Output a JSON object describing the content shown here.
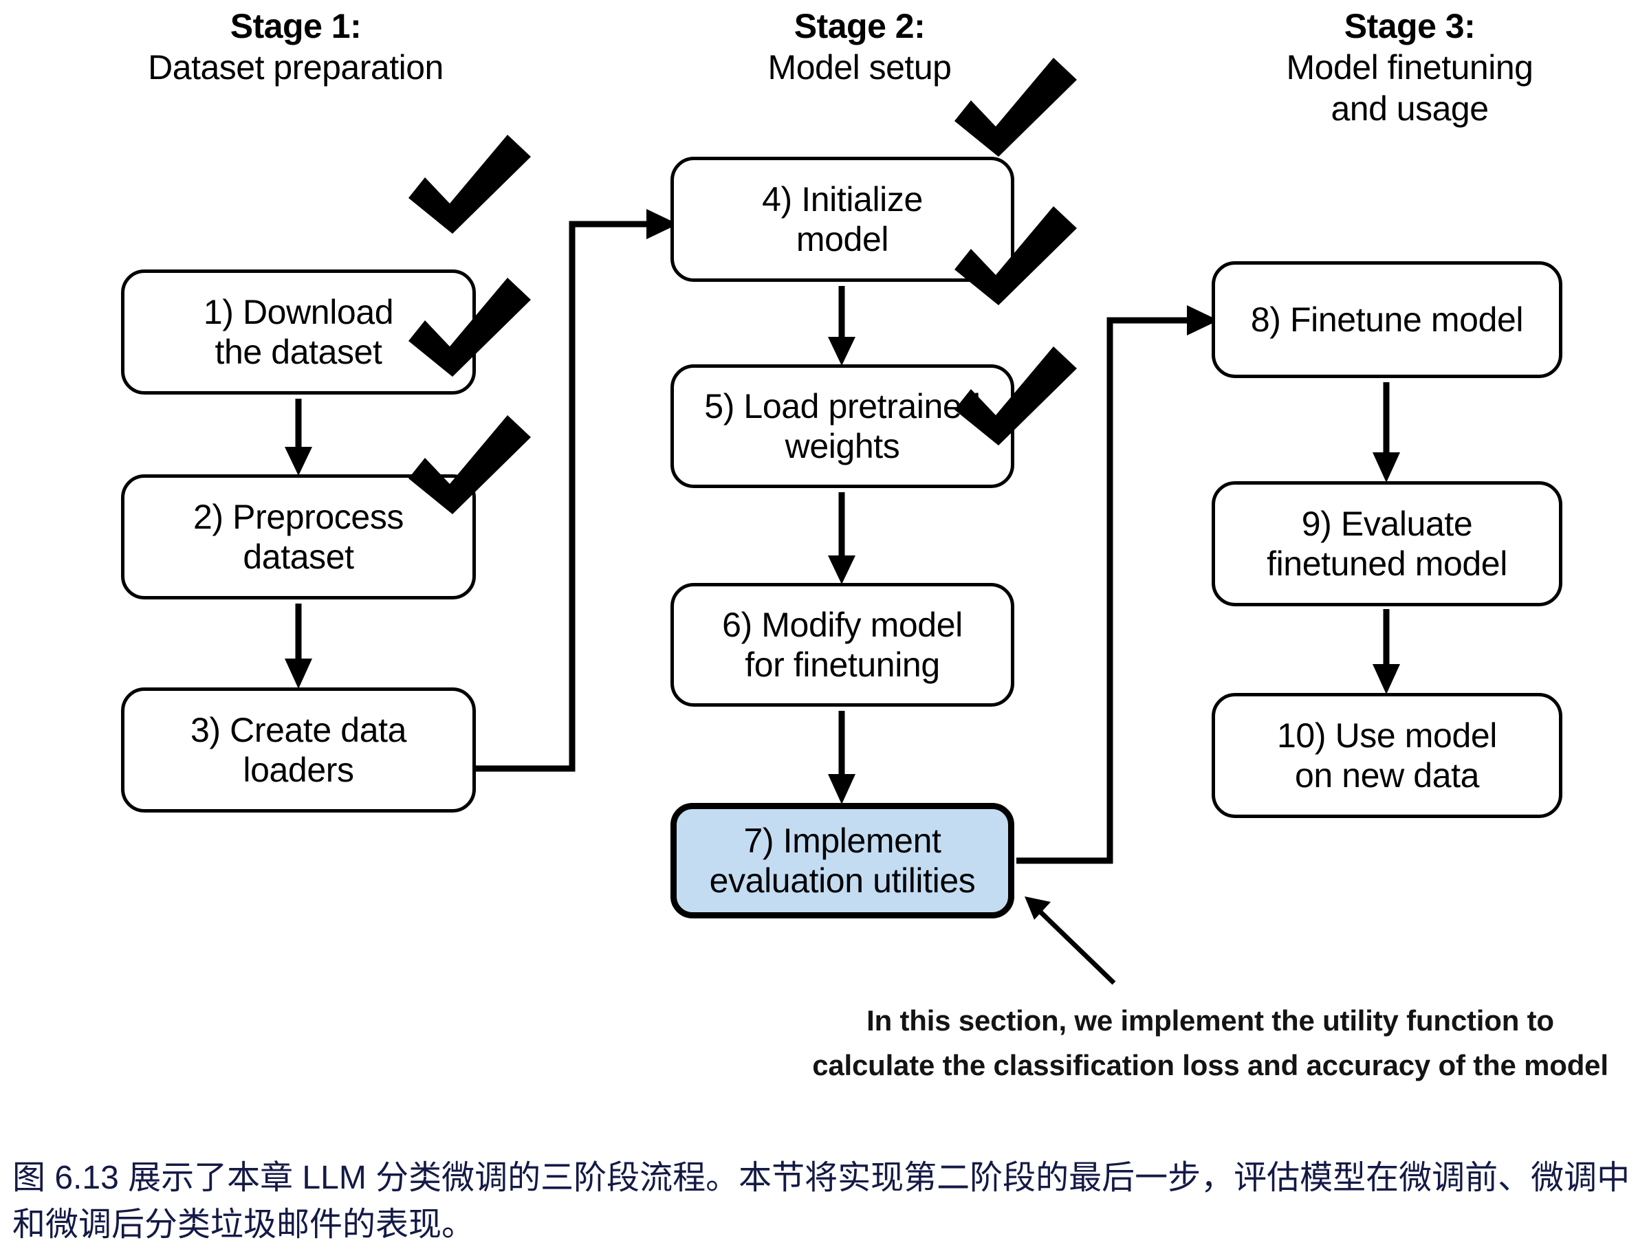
{
  "figure": {
    "stages": [
      {
        "id": "stage-1",
        "title": "Stage 1:",
        "subtitle": "Dataset preparation",
        "steps": [
          {
            "number": "1)",
            "label": "1) Download\nthe dataset",
            "done": true
          },
          {
            "number": "2)",
            "label": "2) Preprocess\ndataset",
            "done": true
          },
          {
            "number": "3)",
            "label": "3) Create data\nloaders",
            "done": true
          }
        ]
      },
      {
        "id": "stage-2",
        "title": "Stage 2:",
        "subtitle": "Model setup",
        "steps": [
          {
            "number": "4)",
            "label": "4) Initialize\nmodel",
            "done": true
          },
          {
            "number": "5)",
            "label": "5) Load pretrained\nweights",
            "done": true
          },
          {
            "number": "6)",
            "label": "6) Modify model\nfor finetuning",
            "done": true
          },
          {
            "number": "7)",
            "label": "7) Implement\nevaluation utilities",
            "done": false,
            "highlighted": true
          }
        ]
      },
      {
        "id": "stage-3",
        "title": "Stage 3:",
        "subtitle": "Model finetuning\nand usage",
        "steps": [
          {
            "number": "8)",
            "label": "8) Finetune model",
            "done": false
          },
          {
            "number": "9)",
            "label": "9) Evaluate\nfinetuned model",
            "done": false
          },
          {
            "number": "10)",
            "label": "10) Use model\non new data",
            "done": false
          }
        ]
      }
    ],
    "annotation": "In this section, we implement the utility function to\ncalculate the classification loss and accuracy of the model",
    "caption": "图 6.13 展示了本章 LLM 分类微调的三阶段流程。本节将实现第二阶段的最后一步，评估模型在微调前、微调中和微调后分类垃圾邮件的表现。",
    "colors": {
      "highlight_fill": "#c3dcf2",
      "stroke": "#000000",
      "caption_text": "#141a46",
      "background": "#ffffff"
    },
    "checkmark_icon": "checkmark-icon",
    "checkmark_count": 6
  }
}
